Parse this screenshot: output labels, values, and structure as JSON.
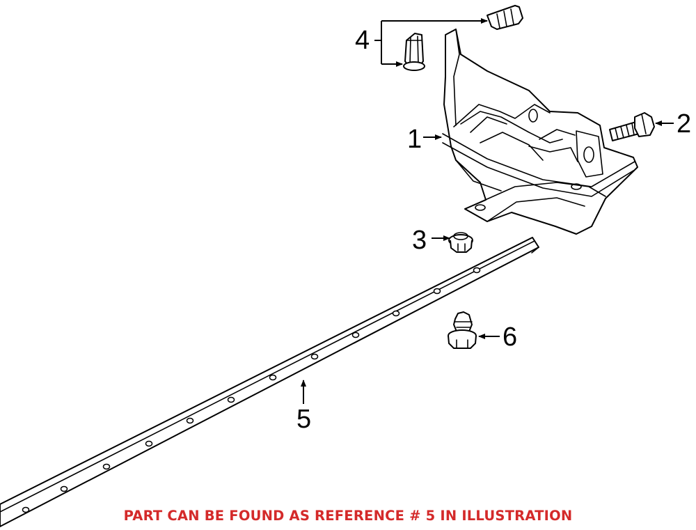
{
  "callouts": {
    "c1": "1",
    "c2": "2",
    "c3": "3",
    "c4": "4",
    "c5": "5",
    "c6": "6"
  },
  "caption": {
    "text": "PART CAN BE FOUND AS REFERENCE # 5 IN ILLUSTRATION",
    "color": "#d42a2a"
  },
  "colors": {
    "line": "#000000",
    "background": "#ffffff"
  }
}
